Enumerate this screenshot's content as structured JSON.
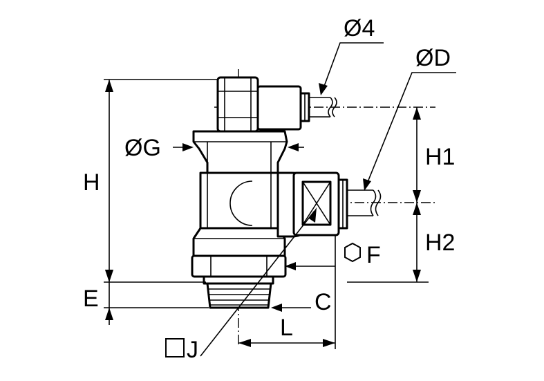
{
  "labels": {
    "d4": "Ø4",
    "dD": "ØD",
    "dG": "ØG",
    "h": "H",
    "h1": "H1",
    "h2": "H2",
    "f": "F",
    "e": "E",
    "c": "C",
    "l": "L",
    "j": "J"
  },
  "icons": {
    "hex": "hexagon-icon",
    "square": "square-icon"
  },
  "colors": {
    "line": "#000000",
    "background": "#ffffff"
  }
}
